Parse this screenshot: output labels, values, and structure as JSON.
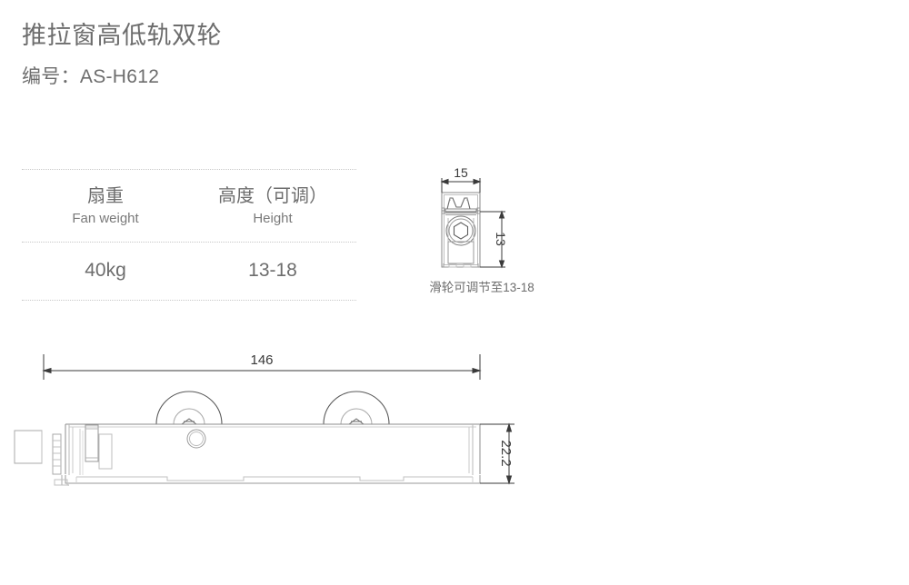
{
  "header": {
    "title": "推拉窗高低轨双轮",
    "code_label": "编号：AS-H612"
  },
  "spec_table": {
    "columns": [
      {
        "cn": "扇重",
        "en": "Fan weight",
        "value": "40kg"
      },
      {
        "cn": "高度（可调）",
        "en": "Height",
        "value": "13-18"
      }
    ]
  },
  "section_view": {
    "width_dim": "15",
    "height_dim": "13",
    "caption": "滑轮可调节至13-18"
  },
  "main_view": {
    "length_dim": "146",
    "height_dim": "22.2"
  },
  "colors": {
    "text_gray": "#6d6d6d",
    "line_dark": "#3a3a3a",
    "line_light": "#b4b4b4",
    "rule_dotted": "#c8c8c8"
  }
}
